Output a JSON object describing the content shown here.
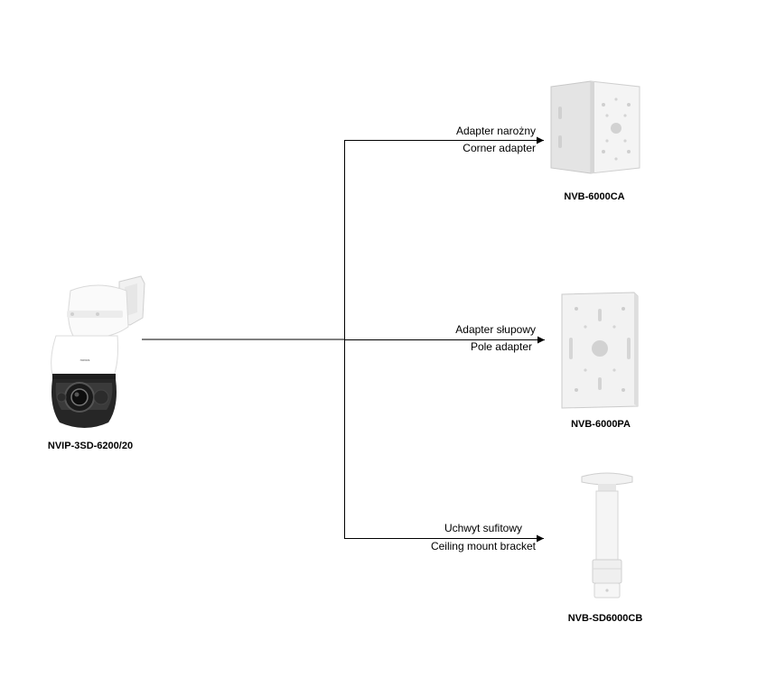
{
  "camera": {
    "name": "NVIP-3SD-6200/20",
    "brand_mark": "novus"
  },
  "branches": [
    {
      "label_pl": "Adapter narożny",
      "label_en": "Corner adapter",
      "product": "NVB-6000CA"
    },
    {
      "label_pl": "Adapter słupowy",
      "label_en": "Pole adapter",
      "product": "NVB-6000PA"
    },
    {
      "label_pl": "Uchwyt sufitowy",
      "label_en": "Ceiling mount bracket",
      "product": "NVB-SD6000CB"
    }
  ]
}
